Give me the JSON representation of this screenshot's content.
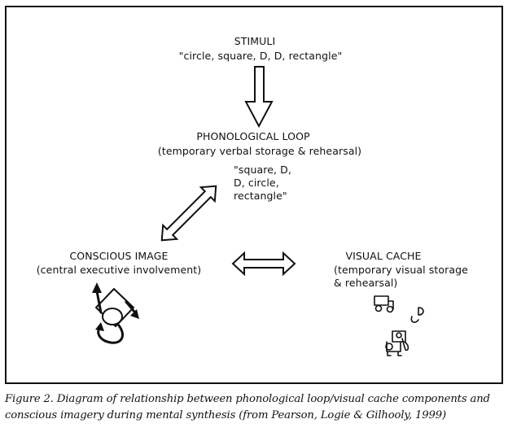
{
  "stimuli": {
    "heading": "STIMULI",
    "text": "\"circle, square, D, D, rectangle\""
  },
  "phonological_loop": {
    "heading": "PHONOLOGICAL LOOP",
    "subtitle": "(temporary verbal storage & rehearsal)",
    "list": [
      "\"square, D,",
      "D, circle,",
      "rectangle\""
    ]
  },
  "conscious_image": {
    "heading": "CONSCIOUS IMAGE",
    "subtitle": "(central executive involvement)"
  },
  "visual_cache": {
    "heading": "VISUAL CACHE",
    "subtitle_lines": [
      "(temporary visual storage",
      "& rehearsal)"
    ]
  },
  "caption": {
    "line1": "Figure 2. Diagram of relationship between phonological loop/visual cache components and",
    "line2": "conscious imagery during mental synthesis (from Pearson, Logie & Gilhooly, 1999)"
  }
}
